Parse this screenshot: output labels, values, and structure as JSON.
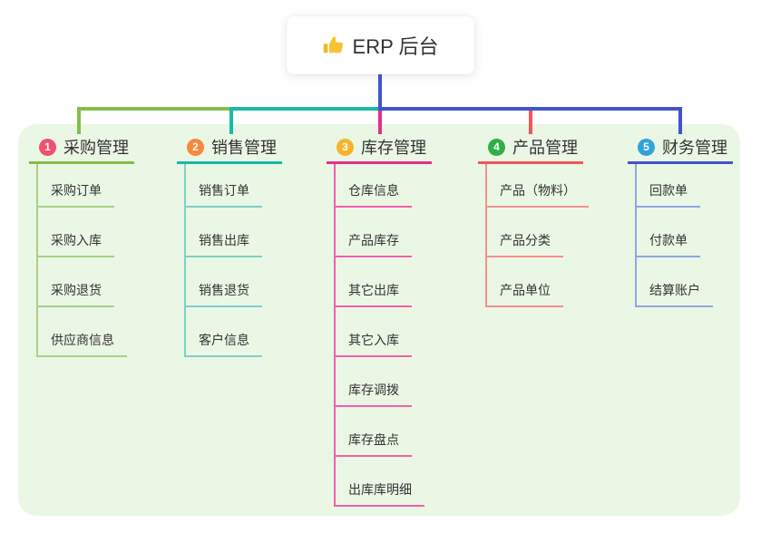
{
  "root": {
    "title": "ERP 后台",
    "icon": "thumbs-up-icon"
  },
  "colors": {
    "panel_bg": "#ebf7e5",
    "root_stem_blue": "#4254cb",
    "branch_lines": [
      "#84bd4a",
      "#19b9ad",
      "#e3308e",
      "#f15757",
      "#4254cb"
    ],
    "branch_lines_light": [
      "#a6d287",
      "#7ed1c9",
      "#f060ab",
      "#f59090",
      "#8fa6e2"
    ],
    "badges": [
      "#f2506e",
      "#f7883c",
      "#f7b32c",
      "#2fae49",
      "#31a3dc"
    ],
    "text": "#333333"
  },
  "branches": [
    {
      "num": "1",
      "title": "采购管理",
      "items": [
        "采购订单",
        "采购入库",
        "采购退货",
        "供应商信息"
      ]
    },
    {
      "num": "2",
      "title": "销售管理",
      "items": [
        "销售订单",
        "销售出库",
        "销售退货",
        "客户信息"
      ]
    },
    {
      "num": "3",
      "title": "库存管理",
      "items": [
        "仓库信息",
        "产品库存",
        "其它出库",
        "其它入库",
        "库存调拨",
        "库存盘点",
        "出库库明细"
      ]
    },
    {
      "num": "4",
      "title": "产品管理",
      "items": [
        "产品（物料）",
        "产品分类",
        "产品单位"
      ]
    },
    {
      "num": "5",
      "title": "财务管理",
      "items": [
        "回款单",
        "付款单",
        "结算账户"
      ]
    }
  ]
}
